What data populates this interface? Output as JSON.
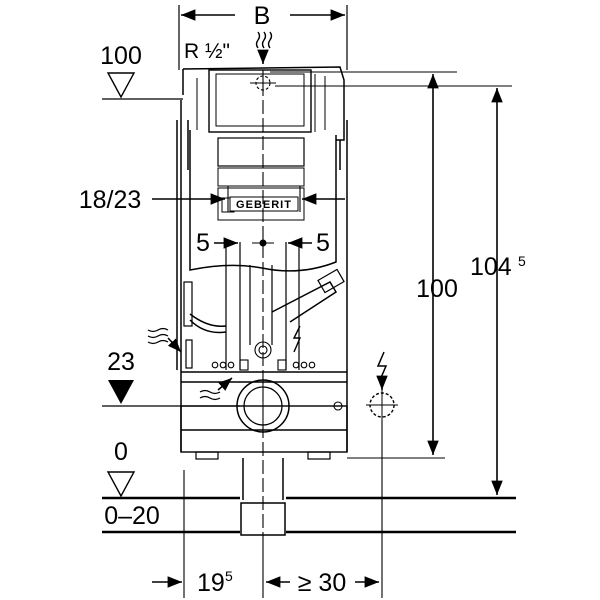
{
  "labels": {
    "width_label": "B",
    "supply_label": "R ½\"",
    "level_100": "100",
    "level_23": "23",
    "level_0": "0",
    "floor_range": "0–20",
    "frame_depth": "18/23",
    "offset_left": "5",
    "offset_right": "5",
    "height_100": "100",
    "height_104": "104",
    "height_104_sup": "5",
    "dim_19": "19",
    "dim_19_sup": "5",
    "dim_30": "≥ 30",
    "brand": "GEBERIT"
  },
  "icons": {
    "water_supply": "water-supply-icon",
    "electric": "electric-connection-icon",
    "flush_valve": "flush-valve-icon",
    "waste": "waste-pipe-icon"
  },
  "colors": {
    "line": "#000000",
    "background": "#ffffff"
  }
}
